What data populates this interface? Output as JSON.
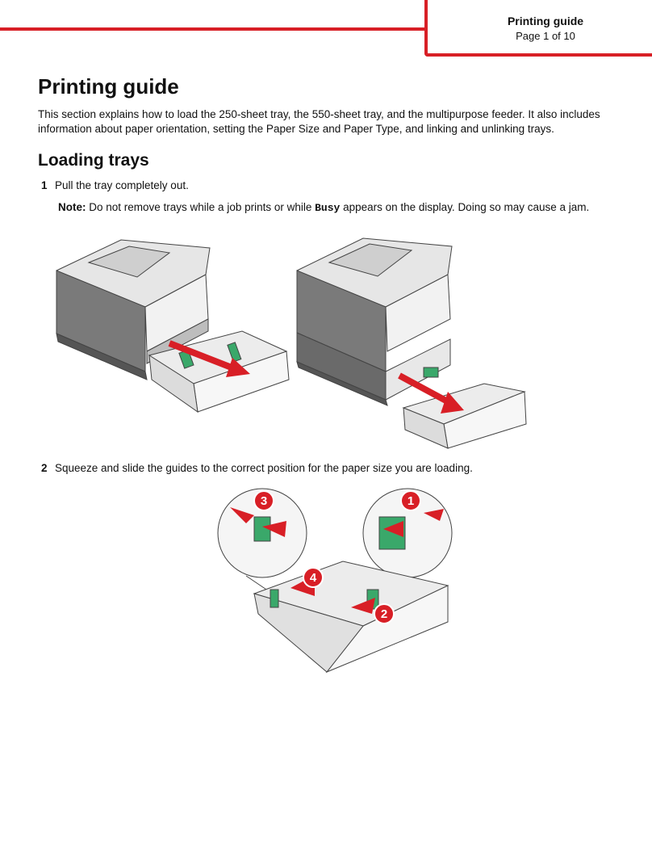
{
  "header": {
    "title": "Printing guide",
    "page": "Page 1 of 10",
    "accent_color": "#d81f26"
  },
  "main": {
    "title": "Printing guide",
    "intro": "This section explains how to load the 250-sheet tray, the 550-sheet tray, and the multipurpose feeder. It also includes information about paper orientation, setting the Paper Size and Paper Type, and linking and unlinking trays.",
    "section_title": "Loading trays",
    "steps": [
      {
        "num": "1",
        "text": "Pull the tray completely out."
      },
      {
        "num": "2",
        "text": "Squeeze and slide the guides to the correct position for the paper size you are loading."
      }
    ],
    "note": {
      "label": "Note:",
      "before": " Do not remove trays while a job prints or while ",
      "code": "Busy",
      "after": " appears on the display. Doing so may cause a jam."
    },
    "callouts": [
      "1",
      "2",
      "3",
      "4"
    ]
  }
}
